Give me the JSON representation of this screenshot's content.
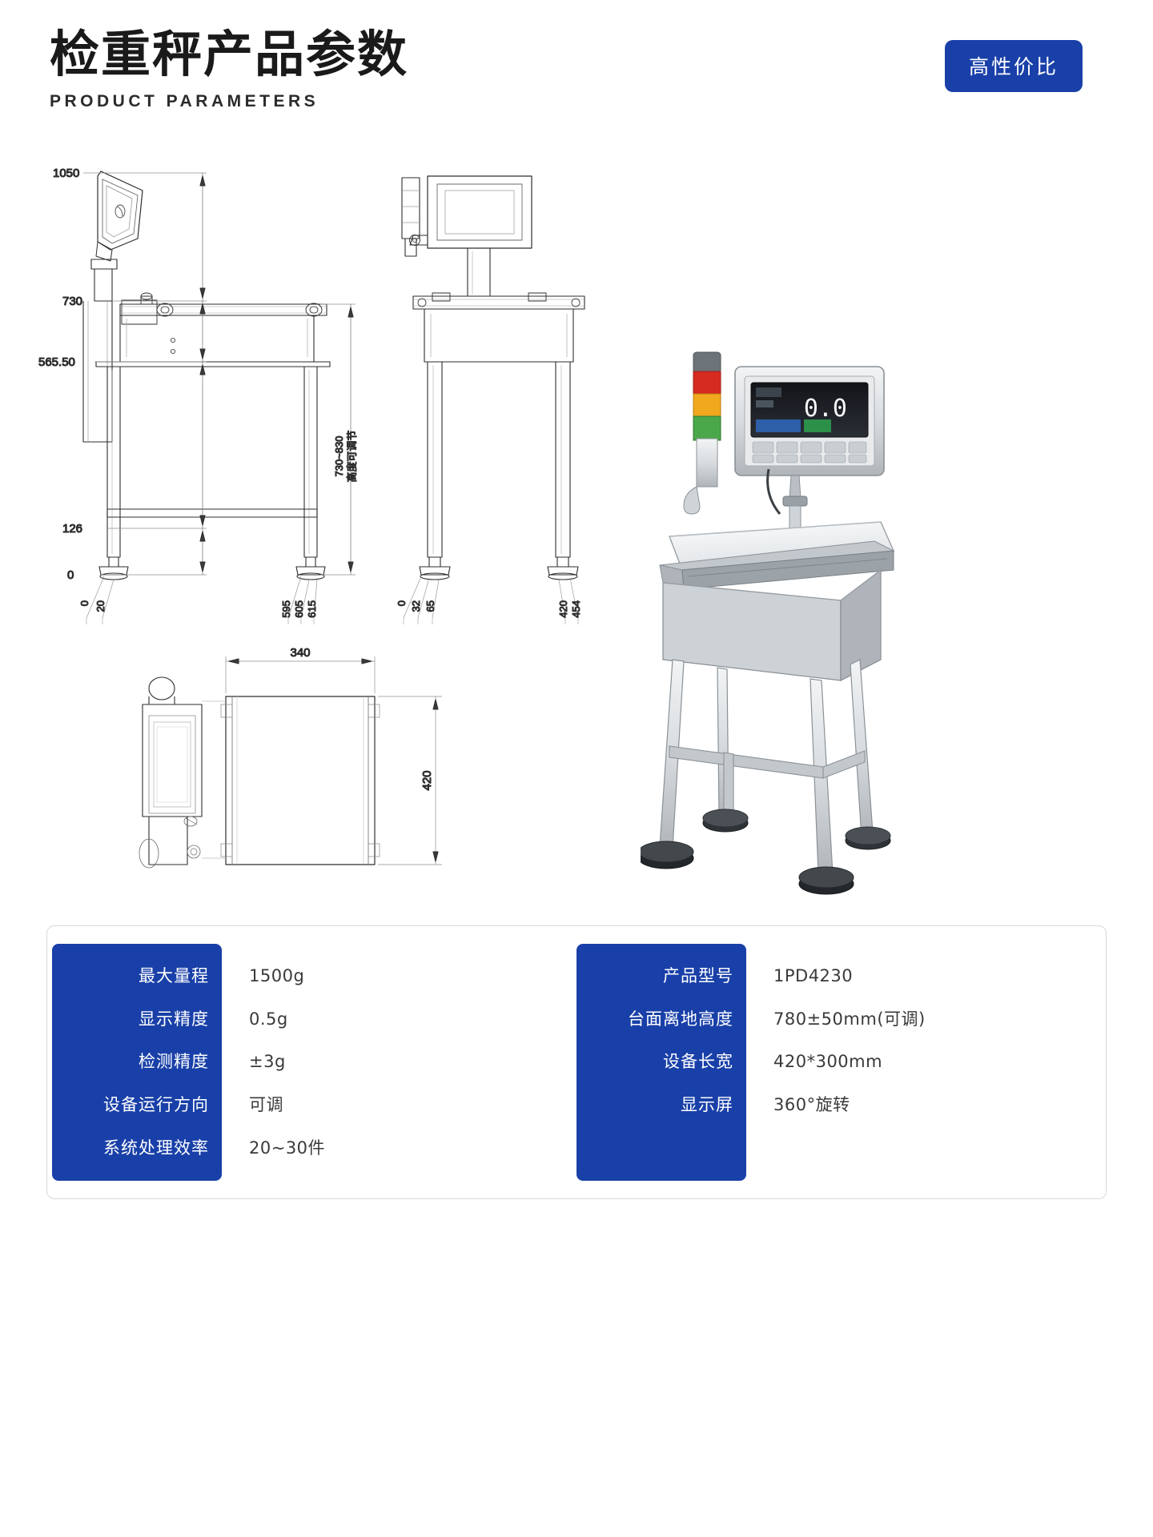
{
  "header": {
    "title": "检重秤产品参数",
    "subtitle": "PRODUCT  PARAMETERS",
    "badge": "高性价比",
    "badge_color": "#1940a8"
  },
  "drawing": {
    "side_view": {
      "vertical_dims": [
        "1050",
        "730",
        "565.50",
        "126",
        "0"
      ],
      "bottom_dims": [
        "0",
        "20",
        "595",
        "605",
        "615"
      ],
      "adjust_note_value": "730~830",
      "adjust_note_label": "高度可调节"
    },
    "front_view": {
      "bottom_dims": [
        "0",
        "32",
        "65",
        "420",
        "454"
      ]
    },
    "top_view": {
      "width_dim": "340",
      "height_dim": "420"
    }
  },
  "photo": {
    "display_value": "0.0",
    "tower_lamp_colors": [
      "#d62b21",
      "#f0a81e",
      "#4aa84a"
    ]
  },
  "spec_table": {
    "left": [
      {
        "label": "最大量程",
        "value": "1500g"
      },
      {
        "label": "显示精度",
        "value": "0.5g"
      },
      {
        "label": "检测精度",
        "value": "±3g"
      },
      {
        "label": "设备运行方向",
        "value": "可调"
      },
      {
        "label": "系统处理效率",
        "value": "20~30件"
      }
    ],
    "right": [
      {
        "label": "产品型号",
        "value": "1PD4230"
      },
      {
        "label": "台面离地高度",
        "value": "780±50mm(可调)"
      },
      {
        "label": "设备长宽",
        "value": "420*300mm"
      },
      {
        "label": "显示屏",
        "value": "360°旋转"
      }
    ]
  }
}
